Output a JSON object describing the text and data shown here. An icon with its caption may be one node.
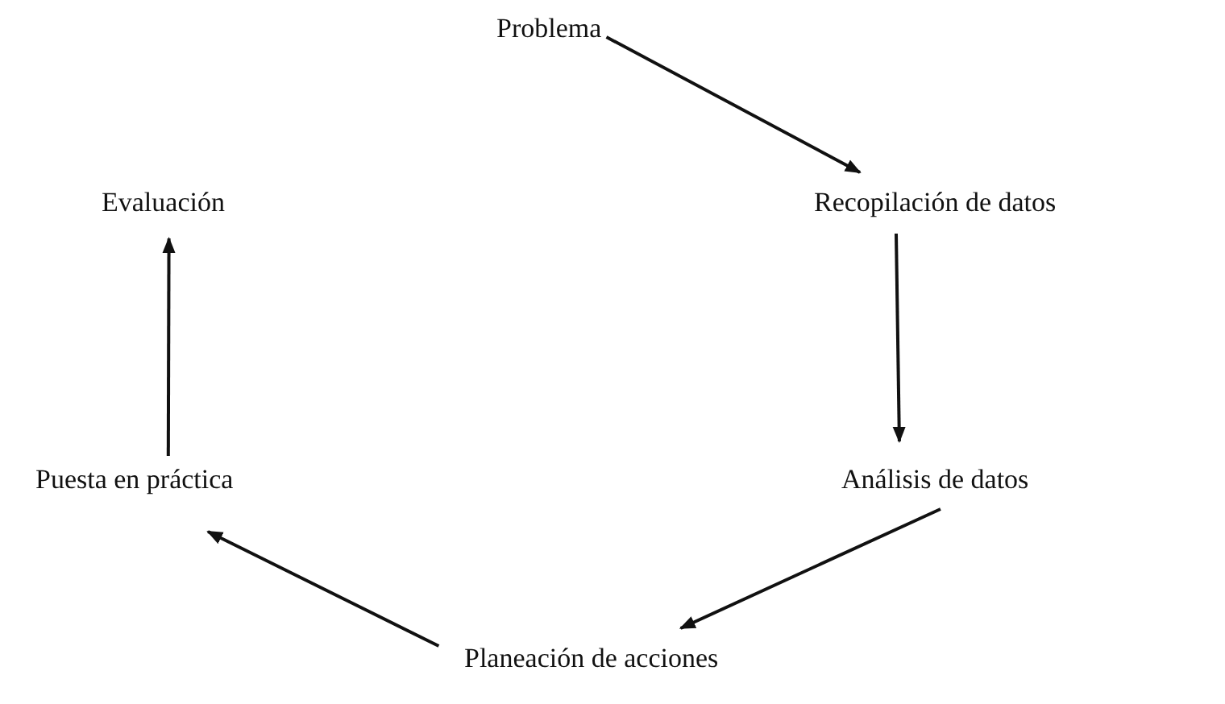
{
  "diagram": {
    "nodes": [
      {
        "text": [
          "Problema"
        ]
      },
      {
        "text": [
          "Recopilación de datos"
        ]
      },
      {
        "text": [
          "Análisis de datos"
        ]
      },
      {
        "text": [
          "Planeación de acciones"
        ]
      },
      {
        "text": [
          "Puesta en práctica"
        ]
      },
      {
        "text": [
          "Evaluación"
        ]
      }
    ],
    "edges": [
      {
        "from": 0,
        "to": 1,
        "arrow": "to"
      },
      {
        "from": 1,
        "to": 2,
        "arrow": "to"
      },
      {
        "from": 2,
        "to": 3,
        "arrow": "to"
      },
      {
        "from": 3,
        "to": 4,
        "arrow": "to"
      },
      {
        "from": 4,
        "to": 5,
        "arrow": "to"
      }
    ]
  }
}
